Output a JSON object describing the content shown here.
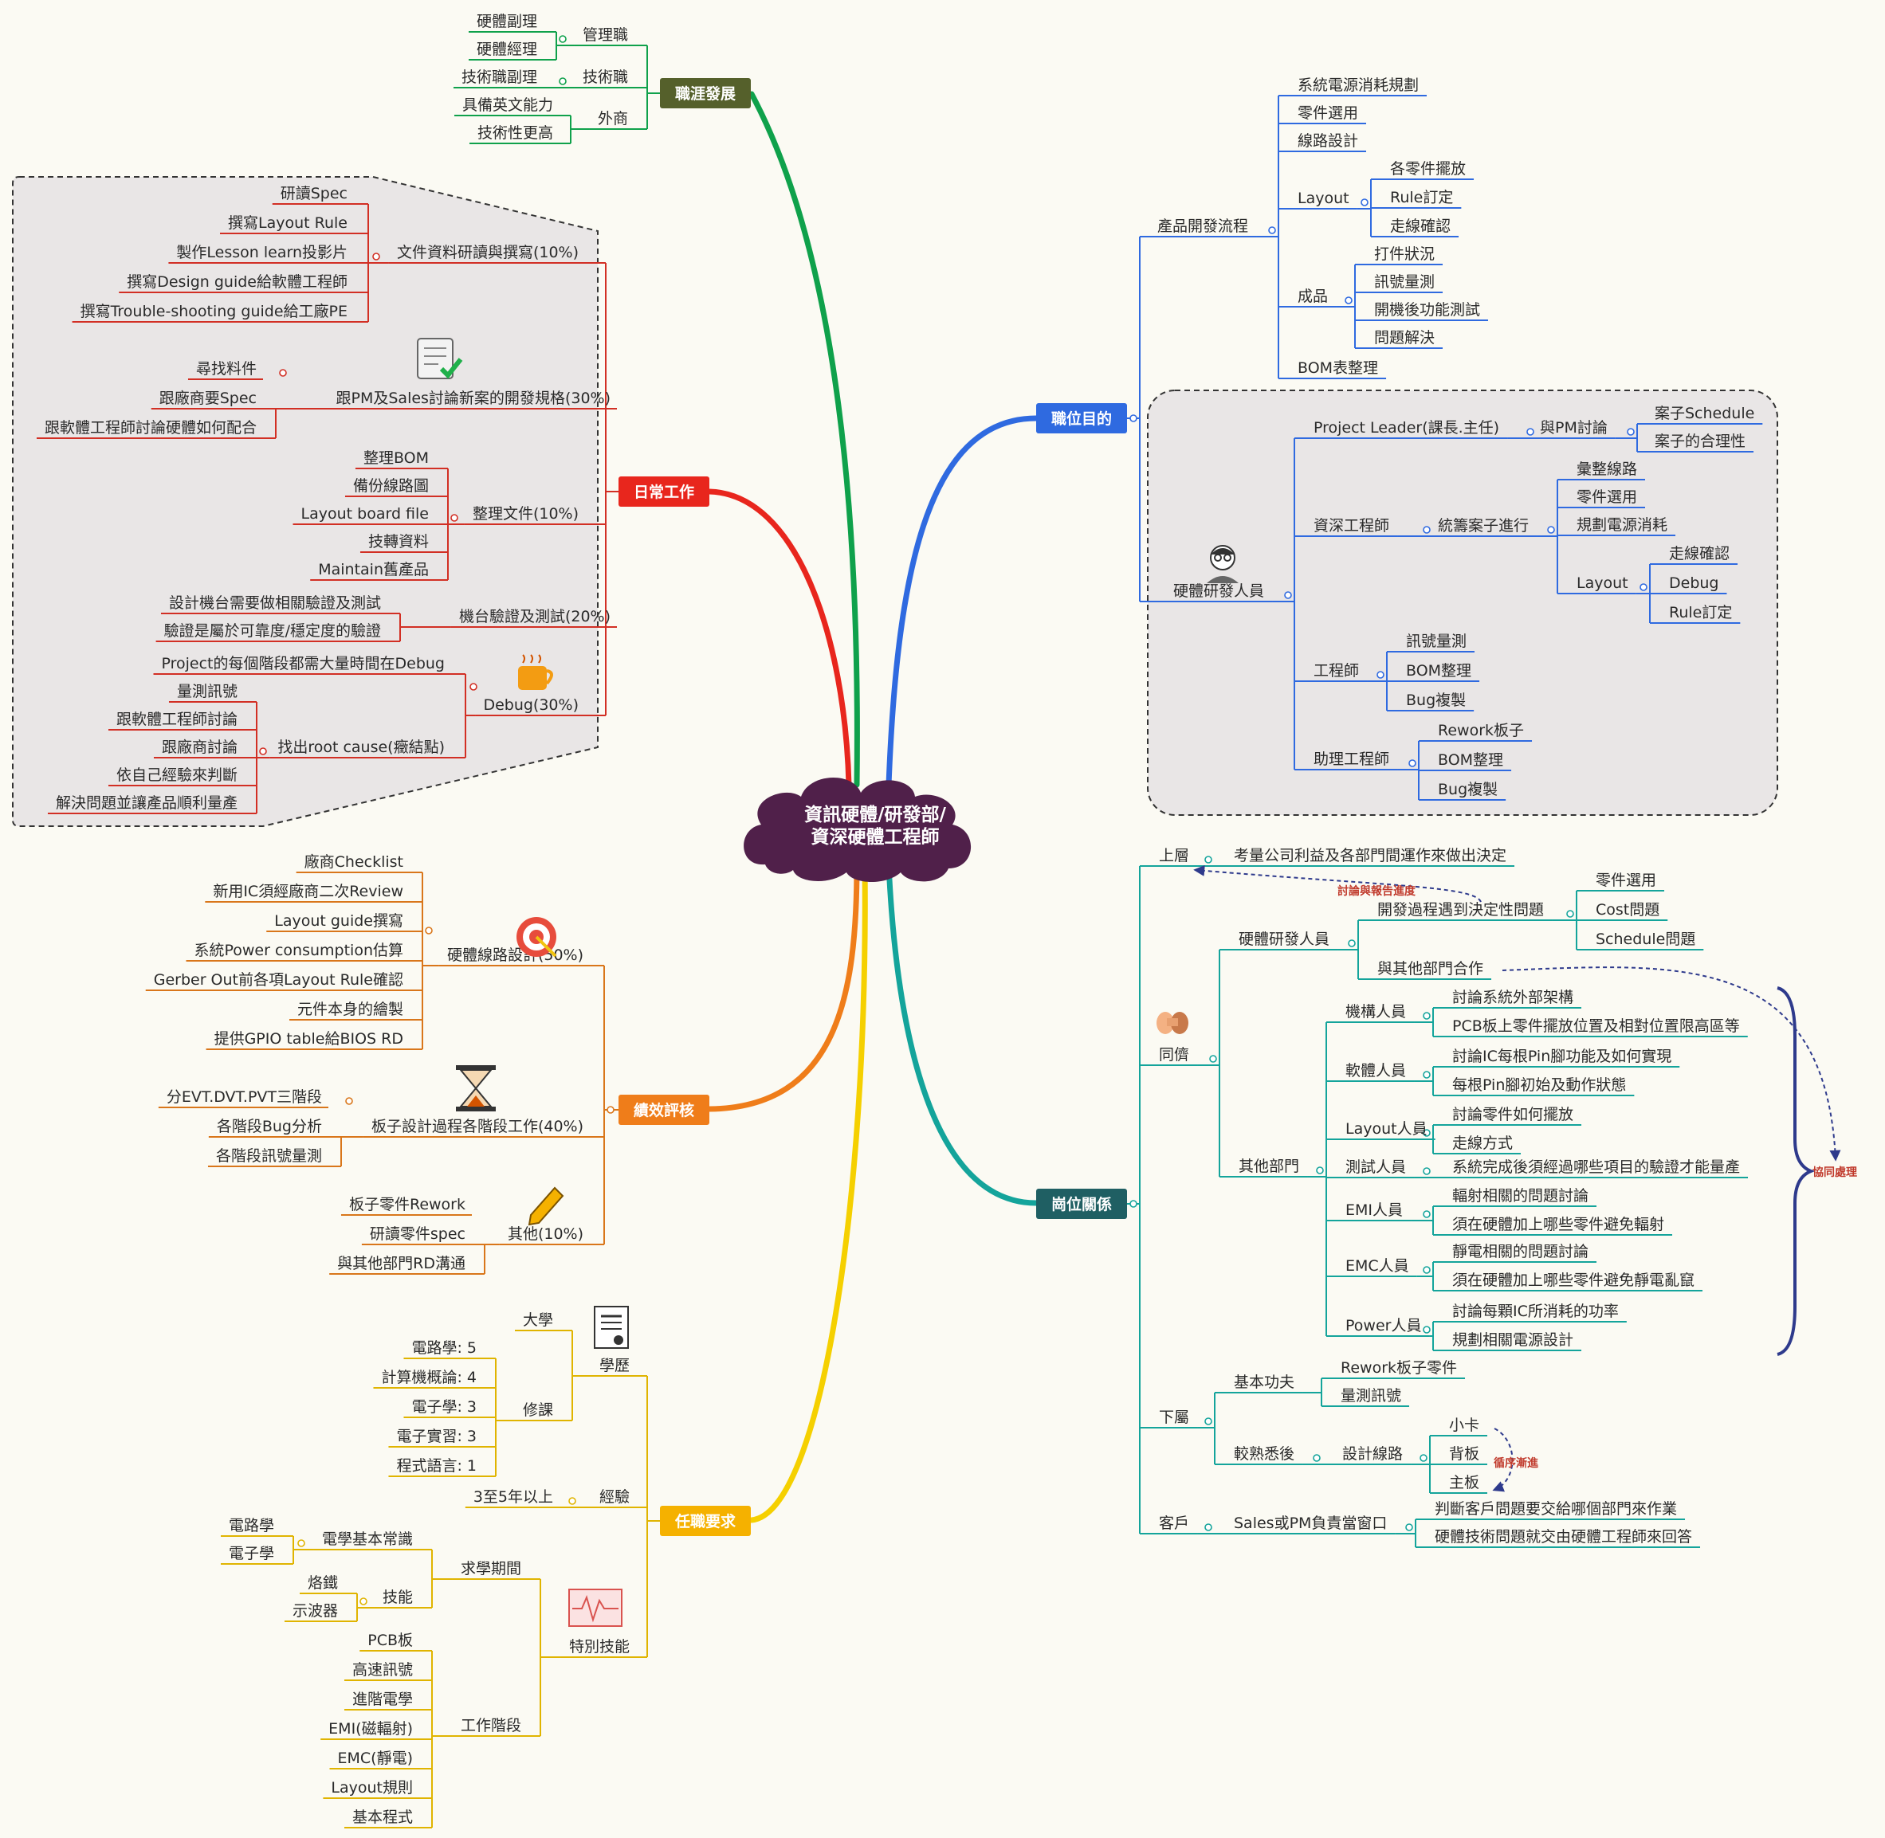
{
  "center": {
    "line1": "資訊硬體/研發部/",
    "line2": "資深硬體工程師"
  },
  "branches": {
    "career": {
      "label": "職涯發展",
      "color": "#55602b",
      "groups": [
        {
          "label": "管理職",
          "items": [
            "硬體副理",
            "硬體經理"
          ]
        },
        {
          "label": "技術職",
          "items": [
            "技術職副理"
          ]
        },
        {
          "label": "外商",
          "items": [
            "具備英文能力",
            "技術性更高"
          ]
        }
      ]
    },
    "daily": {
      "label": "日常工作",
      "color": "#e8261d",
      "groups": [
        {
          "label": "文件資料研讀與撰寫(10%)",
          "items": [
            "研讀Spec",
            "撰寫Layout Rule",
            "製作Lesson learn投影片",
            "撰寫Design guide給軟體工程師",
            "撰寫Trouble-shooting guide給工廠PE"
          ]
        },
        {
          "label": "跟PM及Sales討論新案的開發規格(30%)",
          "items": [
            "尋找料件",
            "跟廠商要Spec",
            "跟軟體工程師討論硬體如何配合"
          ]
        },
        {
          "label": "整理文件(10%)",
          "items": [
            "整理BOM",
            "備份線路圖",
            "Layout board file",
            "技轉資料",
            "Maintain舊產品"
          ]
        },
        {
          "label": "機台驗證及測試(20%)",
          "items": [
            "設計機台需要做相關驗證及測試",
            "驗證是屬於可靠度/穩定度的驗證"
          ]
        },
        {
          "label": "Debug(30%)",
          "items": [
            "Project的每個階段都需大量時間在Debug"
          ],
          "sub": {
            "label": "找出root cause(癥結點)",
            "items": [
              "量測訊號",
              "跟軟體工程師討論",
              "跟廠商討論",
              "依自己經驗來判斷",
              "解決問題並讓產品順利量產"
            ]
          }
        }
      ]
    },
    "perf": {
      "label": "績效評核",
      "color": "#ef7d1a",
      "groups": [
        {
          "label": "硬體線路設計(50%)",
          "items": [
            "廠商Checklist",
            "新用IC須經廠商二次Review",
            "Layout guide撰寫",
            "系統Power consumption估算",
            "Gerber Out前各項Layout Rule確認",
            "元件本身的繪製",
            "提供GPIO table給BIOS RD"
          ]
        },
        {
          "label": "板子設計過程各階段工作(40%)",
          "items": [
            "分EVT.DVT.PVT三階段",
            "各階段Bug分析",
            "各階段訊號量測"
          ]
        },
        {
          "label": "其他(10%)",
          "items": [
            "板子零件Rework",
            "研讀零件spec",
            "與其他部門RD溝通"
          ]
        }
      ]
    },
    "req": {
      "label": "任職要求",
      "color": "#f5b100",
      "edu": {
        "label": "學歷",
        "college": "大學",
        "courses_label": "修課",
        "courses": [
          "電路學: 5",
          "計算機概論: 4",
          "電子學: 3",
          "電子實習: 3",
          "程式語言: 1"
        ]
      },
      "exp": {
        "label": "經驗",
        "value": "3至5年以上"
      },
      "skill": {
        "label": "特別技能",
        "study": {
          "label": "求學期間",
          "basic": {
            "label": "電學基本常識",
            "items": [
              "電路學",
              "電子學"
            ]
          },
          "tech": {
            "label": "技能",
            "items": [
              "烙鐵",
              "示波器"
            ]
          }
        },
        "work": {
          "label": "工作階段",
          "items": [
            "PCB板",
            "高速訊號",
            "進階電學",
            "EMI(磁輻射)",
            "EMC(靜電)",
            "Layout規則",
            "基本程式"
          ]
        }
      }
    },
    "purpose": {
      "label": "職位目的",
      "color": "#2f6ae0",
      "process": {
        "label": "產品開發流程",
        "items": [
          "系統電源消耗規劃",
          "零件選用",
          "線路設計"
        ],
        "layout": {
          "label": "Layout",
          "items": [
            "各零件擺放",
            "Rule訂定",
            "走線確認"
          ]
        },
        "product": {
          "label": "成品",
          "items": [
            "打件狀況",
            "訊號量測",
            "開機後功能測試",
            "問題解決"
          ]
        },
        "bom": "BOM表整理"
      },
      "staff": {
        "label": "硬體研發人員",
        "pl": {
          "label": "Project Leader(課長.主任)",
          "sub": "與PM討論",
          "items": [
            "案子Schedule",
            "案子的合理性"
          ]
        },
        "senior": {
          "label": "資深工程師",
          "sub": "統籌案子進行",
          "items": [
            "彙整線路",
            "零件選用",
            "規劃電源消耗"
          ],
          "layout": {
            "label": "Layout",
            "items": [
              "走線確認",
              "Debug",
              "Rule訂定"
            ]
          }
        },
        "eng": {
          "label": "工程師",
          "items": [
            "訊號量測",
            "BOM整理",
            "Bug複製"
          ]
        },
        "asst": {
          "label": "助理工程師",
          "items": [
            "Rework板子",
            "BOM整理",
            "Bug複製"
          ]
        }
      }
    },
    "rel": {
      "label": "崗位關係",
      "color": "#1f5f63",
      "line": "#14a49b",
      "upper": {
        "label": "上層",
        "text": "考量公司利益及各部門間運作來做出決定"
      },
      "peers": {
        "label": "同儕",
        "hw": {
          "label": "硬體研發人員",
          "issue": "開發過程遇到決定性問題",
          "issues": [
            "零件選用",
            "Cost問題",
            "Schedule問題"
          ],
          "coop": "與其他部門合作"
        },
        "others": {
          "label": "其他部門",
          "depts": [
            {
              "label": "機構人員",
              "items": [
                "討論系統外部架構",
                "PCB板上零件擺放位置及相對位置限高區等"
              ]
            },
            {
              "label": "軟體人員",
              "items": [
                "討論IC每根Pin腳功能及如何實現",
                "每根Pin腳初始及動作狀態"
              ]
            },
            {
              "label": "Layout人員",
              "items": [
                "討論零件如何擺放",
                "走線方式"
              ]
            },
            {
              "label": "測試人員",
              "items": [
                "系統完成後須經過哪些項目的驗證才能量產"
              ]
            },
            {
              "label": "EMI人員",
              "items": [
                "輻射相關的問題討論",
                "須在硬體加上哪些零件避免輻射"
              ]
            },
            {
              "label": "EMC人員",
              "items": [
                "靜電相關的問題討論",
                "須在硬體加上哪些零件避免靜電亂竄"
              ]
            },
            {
              "label": "Power人員",
              "items": [
                "討論每顆IC所消耗的功率",
                "規劃相關電源設計"
              ]
            }
          ]
        }
      },
      "lower": {
        "label": "下屬",
        "basic": {
          "label": "基本功夫",
          "items": [
            "Rework板子零件",
            "量測訊號"
          ]
        },
        "skilled": {
          "label": "較熟悉後",
          "sub": "設計線路",
          "items": [
            "小卡",
            "背板",
            "主板"
          ]
        }
      },
      "customer": {
        "label": "客戶",
        "sub": "Sales或PM負責當窗口",
        "items": [
          "判斷客戶問題要交給哪個部門來作業",
          "硬體技術問題就交由硬體工程師來回答"
        ]
      },
      "notes": {
        "report": "討論與報告進度",
        "order": "循序漸進",
        "coop": "協同處理"
      }
    }
  }
}
